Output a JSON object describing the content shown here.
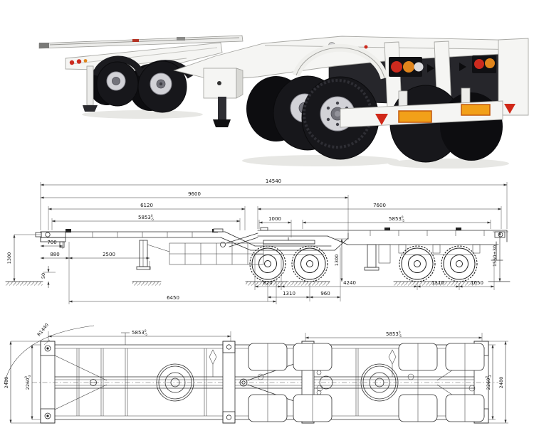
{
  "photo": {
    "colors": {
      "trailer_white": "#f5f5f3",
      "underbody_dark": "#26262b",
      "tire_black": "#17171b",
      "rim_silver": "#d2d2d7",
      "tail_light_red": "#cc2a1e",
      "tail_light_amber": "#e0851c",
      "tail_light_white": "#dcdcde",
      "reflector_orange": "#f2a019",
      "reflector_border": "#c2590e",
      "warning_triangle_red": "#d02818"
    }
  },
  "side_view": {
    "dims": {
      "total_length": "14540",
      "upper_length": "9600",
      "front_span": "6120",
      "twistlock_span": "5853",
      "rear_length": "7600",
      "drawbar": "1000",
      "front_offset": "700",
      "front_section": "880",
      "leg_section": "2500",
      "clearance": "50",
      "wheelbase": "6450",
      "bogie_start": "820",
      "bogie_gap": "4240",
      "axle_spacing": "1310",
      "rear_axle_gap": "960",
      "rear_overhang": "1050",
      "front_height": "1300",
      "mid_height": "1300",
      "rear_height": "1560±30"
    },
    "tol": {
      "sup": "0",
      "sub": "-5"
    }
  },
  "top_view": {
    "dims": {
      "corner_radius": "R1440",
      "twistlock_span": "5853",
      "frame_width": "2260",
      "overall_width": "2480"
    },
    "tol_span": {
      "sup": "0",
      "sub": "-5"
    },
    "tol_width": {
      "sup": "0",
      "sub": "-3"
    }
  }
}
